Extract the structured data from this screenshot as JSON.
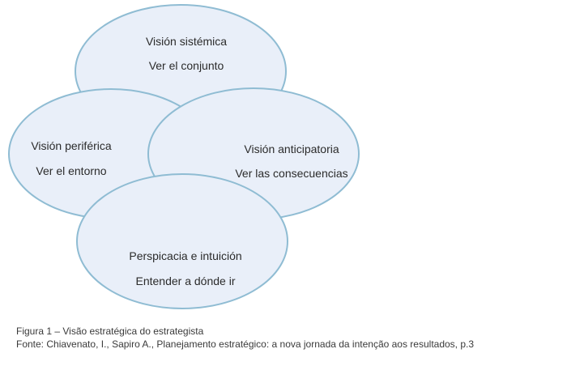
{
  "colors": {
    "fill": "#e9eff9",
    "stroke": "#8fbcd3",
    "text": "#2b2b2b"
  },
  "diagram": {
    "nodes": [
      {
        "title": "Visión sistémica",
        "subtitle": "Ver el conjunto"
      },
      {
        "title": "Visión periférica",
        "subtitle": "Ver el entorno"
      },
      {
        "title": "Visión anticipatoria",
        "subtitle": "Ver las consecuencias"
      },
      {
        "title": "Perspicacia e intuición",
        "subtitle": "Entender a dónde ir"
      }
    ]
  },
  "caption": {
    "figure": "Figura 1 – Visão estratégica do estrategista",
    "source": "Fonte: Chiavenato, I., Sapiro A., Planejamento estratégico: a nova jornada da intenção aos resultados, p.3"
  }
}
